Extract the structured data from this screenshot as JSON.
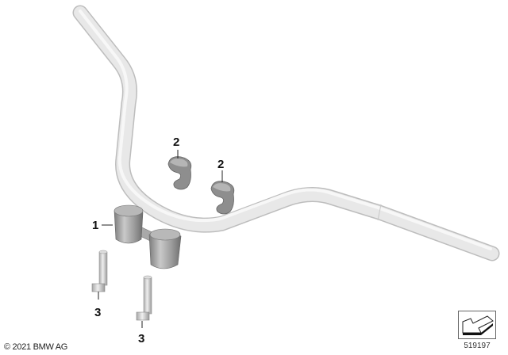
{
  "diagram": {
    "type": "exploded parts diagram",
    "subject": "handlebar with clamps, riser and bolts",
    "callouts": [
      {
        "id": "callout-1",
        "label": "1",
        "part": "handlebar riser"
      },
      {
        "id": "callout-2a",
        "label": "2",
        "part": "handlebar clamp"
      },
      {
        "id": "callout-2b",
        "label": "2",
        "part": "handlebar clamp"
      },
      {
        "id": "callout-3a",
        "label": "3",
        "part": "bolt"
      },
      {
        "id": "callout-3b",
        "label": "3",
        "part": "bolt"
      }
    ],
    "colors": {
      "handlebar": "#e6e6e6",
      "handlebar_edge": "#bdbdbd",
      "part_metal": "#9a9a9a",
      "part_dark": "#6f6f6f",
      "leader_line": "#222222"
    }
  },
  "footer": {
    "copyright": "© 2021 BMW AG",
    "reference_number": "519197",
    "direction_icon": "arrow-down-left-icon"
  }
}
